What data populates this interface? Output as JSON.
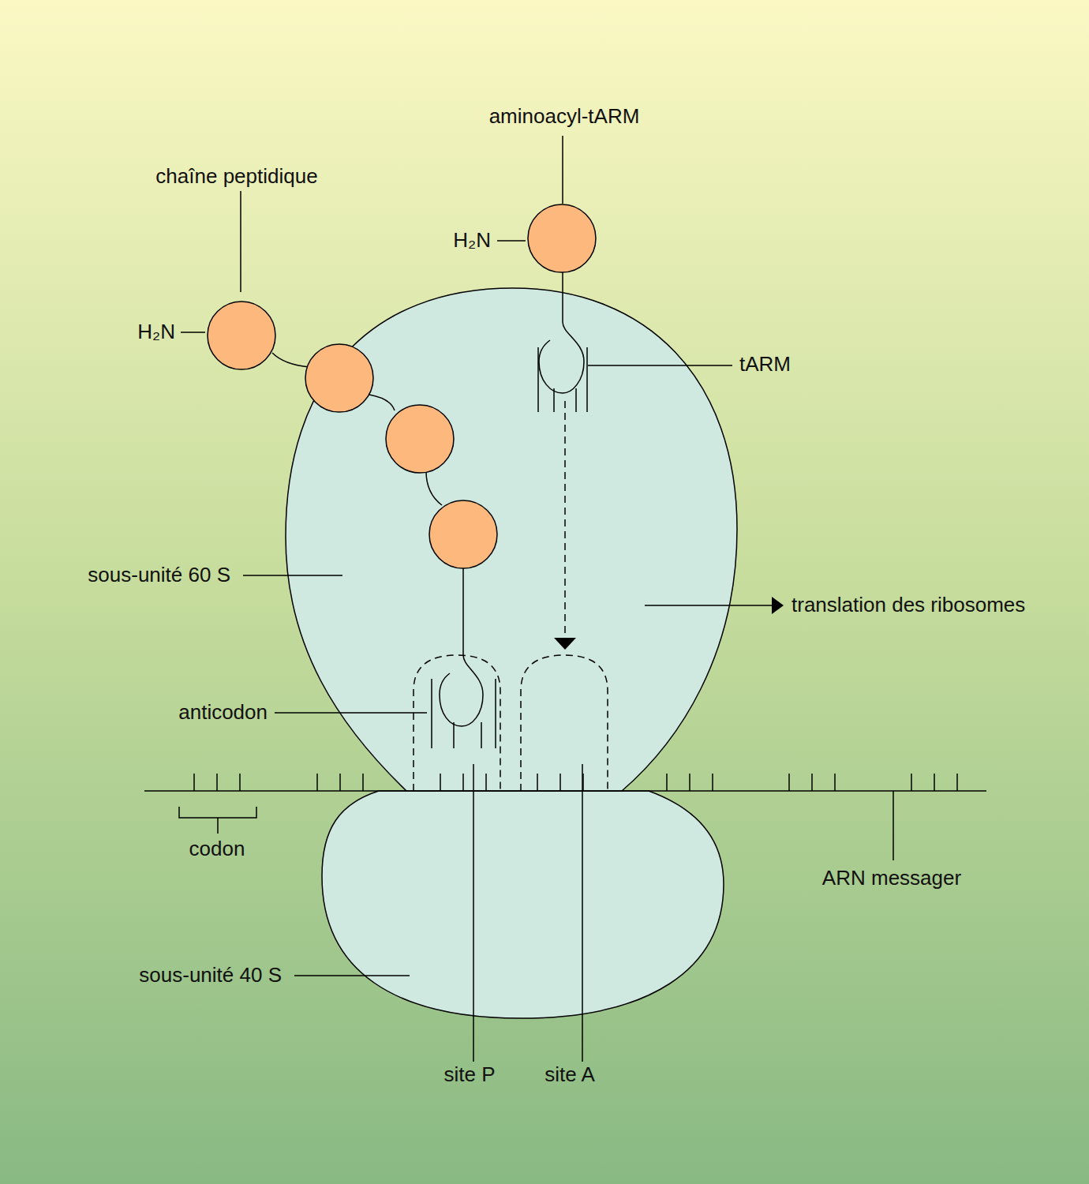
{
  "diagram": {
    "labels": [
      "aminoacyl-tARM",
      "chaîne peptidique",
      "H₂N",
      "H₂N",
      "tARM",
      "sous-unité 60 S",
      "translation des ribosomes",
      "anticodon",
      "codon",
      "ARN messager",
      "sous-unité 40 S",
      "site P",
      "site A"
    ]
  }
}
